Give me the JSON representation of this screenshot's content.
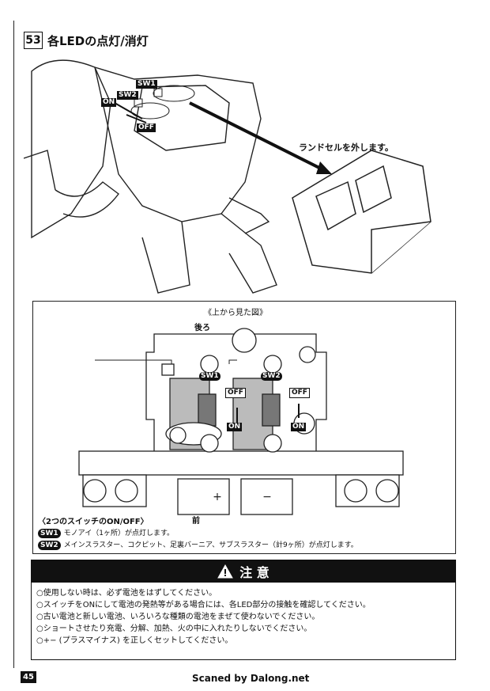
{
  "step": {
    "number": "53",
    "title": "各LEDの点灯/消灯"
  },
  "top_figure": {
    "sw1_tag": "SW1",
    "sw2_tag": "SW2",
    "on_tag": "ON",
    "off_tag": "OFF",
    "callout": "ランドセルを外します。"
  },
  "diagram": {
    "title": "《上から見た図》",
    "rear_label": "後ろ",
    "front_label": "前",
    "sw1_label": "SW1",
    "sw2_label": "SW2",
    "off_label": "OFF",
    "on_label": "ON"
  },
  "legend": {
    "title": "〈2つのスイッチのON/OFF〉",
    "items": [
      {
        "tag": "SW1",
        "text": "モノアイ（1ヶ所）が点灯します。"
      },
      {
        "tag": "SW2",
        "text": "メインスラスター、コクピット、足裏バーニア、サブスラスター（計9ヶ所）が点灯します。"
      }
    ]
  },
  "notes": {
    "title": "注 意",
    "items": [
      "○使用しない時は、必ず電池をはずしてください。",
      "○スイッチをONにして電池の発熱等がある場合には、各LED部分の接触を確認してください。",
      "○古い電池と新しい電池、いろいろな種類の電池をまぜて使わないでください。",
      "○ショートさせたり充電、分解、加熱、火の中に入れたりしないでください。",
      "○+− (プラスマイナス) を正しくセットしてください。"
    ]
  },
  "footer": {
    "page": "45",
    "credit": "Scaned by Dalong.net"
  }
}
